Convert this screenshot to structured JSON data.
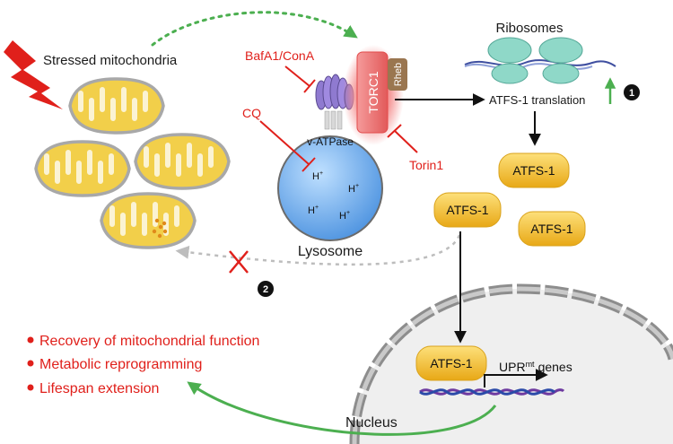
{
  "labels": {
    "stressed": "Stressed mitochondria",
    "ribosomes": "Ribosomes",
    "atfs_translation": "ATFS-1 translation",
    "inhibitor_bafa1": "BafA1/ConA",
    "inhibitor_cq": "CQ",
    "inhibitor_torin": "Torin1",
    "torc1": "TORC1",
    "rheb": "Rheb",
    "vatpase": "v-ATPase",
    "proton": "H",
    "proton_sup": "+",
    "lysosome": "Lysosome",
    "atfs": "ATFS-1",
    "upr": "UPR",
    "upr_sup": "mt",
    "upr_genes": "genes",
    "nucleus": "Nucleus",
    "marker_1": "1",
    "marker_2": "2"
  },
  "outcomes": [
    "Recovery of mitochondrial function",
    "Metabolic reprogramming",
    "Lifespan extension"
  ],
  "colors": {
    "inhibitor_red": "#e0201b",
    "arrow_green": "#4caf50",
    "mito_fill": "#f2cf4a",
    "mito_outline": "#9c9c9c",
    "lysosome_fill": "#5ea6ef",
    "torc1_fill": "#f07373",
    "rheb_fill": "#9a7650",
    "atfs_fill": "#f3c12e",
    "ribosome_fill": "#8fd8c8",
    "vatpase_fill": "#8f7ad0",
    "nucleus_fill": "#f1f1f1",
    "dna_purple": "#6e3aa0",
    "text_black": "#1a1a1a"
  }
}
